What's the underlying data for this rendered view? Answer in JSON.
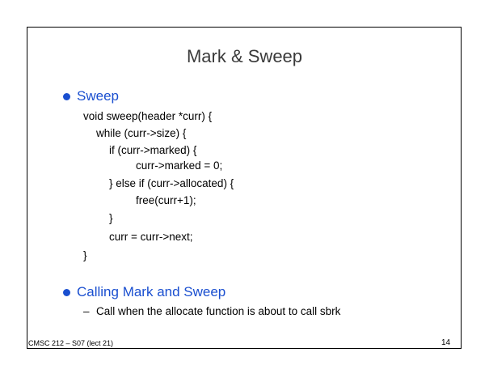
{
  "slide": {
    "title": "Mark & Sweep",
    "sections": [
      {
        "heading": "Sweep",
        "code": [
          "void sweep(header *curr)  {",
          "while (curr->size) {",
          "if (curr->marked) {",
          "curr->marked = 0;",
          "} else if (curr->allocated) {",
          "free(curr+1);",
          "}",
          "curr = curr->next;",
          "}"
        ]
      },
      {
        "heading": "Calling Mark and Sweep",
        "subitems": [
          {
            "dash": "–",
            "text": "Call when the allocate function is about to call sbrk"
          }
        ]
      }
    ],
    "footer": "CMSC 212 – S07 (lect 21)",
    "page_number": "14",
    "colors": {
      "heading": "#1a4fd0",
      "title": "#3a3a3a",
      "text": "#000000",
      "border": "#000000"
    }
  }
}
